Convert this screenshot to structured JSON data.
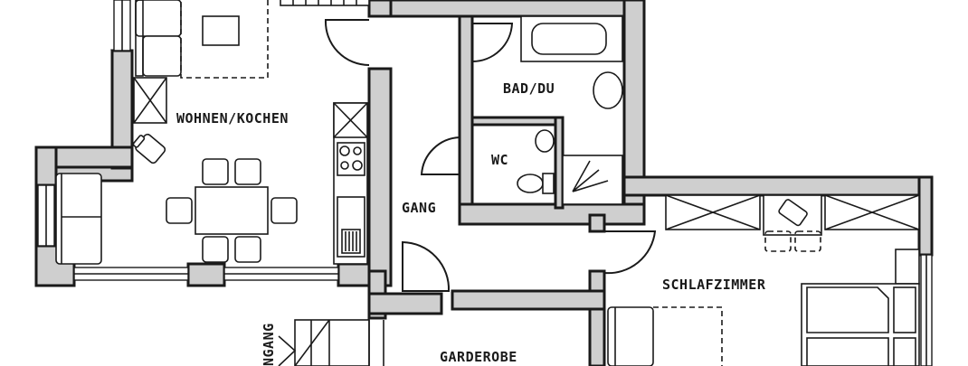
{
  "floor_plan": {
    "type": "architectural floor plan (apartment)",
    "rooms": [
      {
        "id": "wohnen_kochen",
        "label": "WOHNEN/KOCHEN"
      },
      {
        "id": "bad_du",
        "label": "BAD/DU"
      },
      {
        "id": "wc",
        "label": "WC"
      },
      {
        "id": "gang",
        "label": "GANG"
      },
      {
        "id": "schlafzimmer",
        "label": "SCHLAFZIMMER"
      },
      {
        "id": "garderobe",
        "label": "GARDEROBE"
      },
      {
        "id": "eingang",
        "label": "NGANG"
      }
    ],
    "colors": {
      "line": "#1a1a1a",
      "wall_fill": "#cfcfcf",
      "background": "#ffffff"
    }
  }
}
